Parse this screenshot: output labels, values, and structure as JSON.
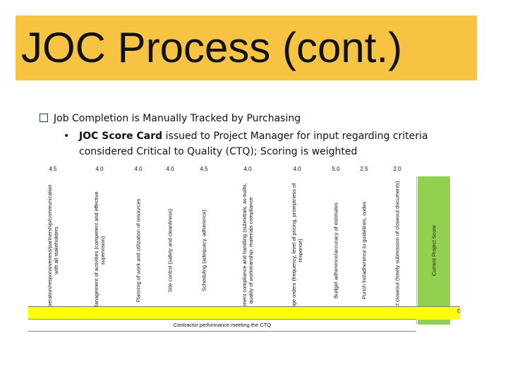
{
  "slide": {
    "title": "JOC Process (cont.)",
    "bullet_main": "Job Completion is Manually Tracked by Purchasing",
    "bullet_sub_bold": "JOC Score Card",
    "bullet_sub_rest": " issued to Project Manager for input regarding criteria considered Critical to Quality (CTQ); Scoring is weighted",
    "bullet_dot": "•"
  },
  "scorecard": {
    "columns": [
      {
        "score": "4.5",
        "label": "Cooperation/responsiveness/partnership/communication with all stakeholders"
      },
      {
        "score": "4.0",
        "label": "Management of activities (competent and effective supervision)"
      },
      {
        "score": "4.0",
        "label": "Planning of work and utilization of resources"
      },
      {
        "score": "4.0",
        "label": "Site control (safety and cleanliness)"
      },
      {
        "score": "4.5",
        "label": "Scheduling (adequacy, adherence)"
      },
      {
        "score": "4.0",
        "label": "Document compliance and handling (submittals, as-builts, quality of workmanship, materials compliance"
      },
      {
        "score": "4.0",
        "label": "Change orders (frequency, level of pricing, promptness of response)"
      },
      {
        "score": "5.0",
        "label": "Budget adherence/accuracy of estimates"
      },
      {
        "score": "2.5",
        "label": "Punch list/adherence to guidelines, codes"
      },
      {
        "score": "2.0",
        "label": "Project closeout (timely submission of closeout documents)"
      }
    ],
    "current_label": "Current Project Score",
    "corner_mark": "C",
    "footer": "Contractor performance meeting the CTQ",
    "colors": {
      "title_band": "#f6c343",
      "current_score": "#92d050",
      "highlight_row": "#ffff00"
    }
  }
}
